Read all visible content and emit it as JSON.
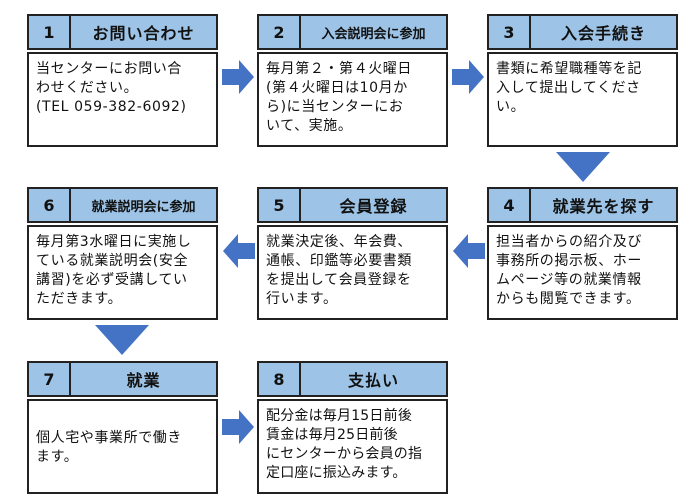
{
  "steps": [
    {
      "number": "1",
      "title": "お問い合わせ",
      "body": "当センターにお問い合\nわせください。\n(TEL 059-382-6092)"
    },
    {
      "number": "2",
      "title": "入会説明会に参加",
      "body": "毎月第２・第４火曜日\n(第４火曜日は10月か\nら)に当センターにお\nいて、実施。"
    },
    {
      "number": "3",
      "title": "入会手続き",
      "body": "書類に希望職種等を記\n入して提出してくださ\nい。"
    },
    {
      "number": "4",
      "title": "就業先を探す",
      "body": "担当者からの紹介及び\n事務所の掲示板、ホー\nムページ等の就業情報\nからも閲覧できます。"
    },
    {
      "number": "5",
      "title": "会員登録",
      "body": "就業決定後、年会費、\n通帳、印鑑等必要書類\nを提出して会員登録を\n行います。"
    },
    {
      "number": "6",
      "title": "就業説明会に参加",
      "body": "毎月第3水曜日に実施し\nている就業説明会(安全\n講習)を必ず受講してい\nただきます。"
    },
    {
      "number": "7",
      "title": "就業",
      "body": "個人宅や事業所で働き\nます。"
    },
    {
      "number": "8",
      "title": "支払い",
      "body": "配分金は毎月15日前後\n賃金は毎月25日前後\nにセンターから会員の指\n定口座に振込みます。"
    }
  ],
  "colors": {
    "header_fill": "#9dc3e6",
    "arrow_fill": "#4472c4",
    "border": "#222222"
  }
}
